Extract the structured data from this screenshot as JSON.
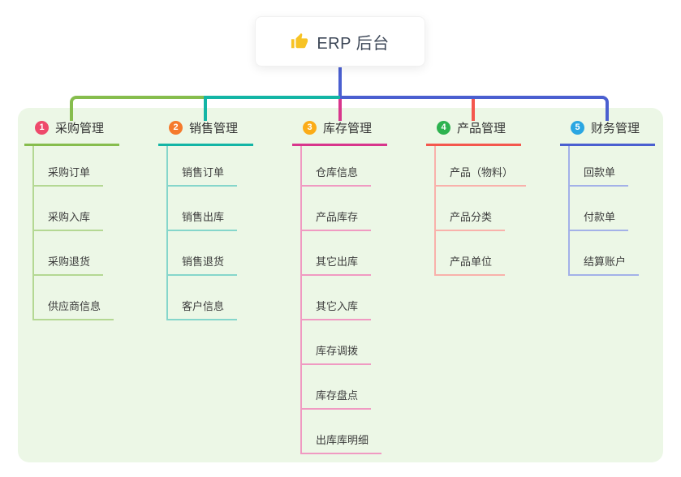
{
  "root": {
    "label": "ERP 后台",
    "icon": "thumbs-up-icon",
    "icon_color": "#f7c325",
    "stem_color": "#4a5fd0"
  },
  "panel": {
    "bg": "#ecf7e6"
  },
  "branches": [
    {
      "num": "1",
      "label": "采购管理",
      "badge_color": "#ee4a6b",
      "line_color": "#86bd4d",
      "child_line_color": "#b4d893",
      "children": [
        "采购订单",
        "采购入库",
        "采购退货",
        "供应商信息"
      ]
    },
    {
      "num": "2",
      "label": "销售管理",
      "badge_color": "#f57a2c",
      "line_color": "#13b5a5",
      "child_line_color": "#85d6cb",
      "children": [
        "销售订单",
        "销售出库",
        "销售退货",
        "客户信息"
      ]
    },
    {
      "num": "3",
      "label": "库存管理",
      "badge_color": "#fbac18",
      "line_color": "#d8368c",
      "child_line_color": "#f09ac2",
      "children": [
        "仓库信息",
        "产品库存",
        "其它出库",
        "其它入库",
        "库存调拨",
        "库存盘点",
        "出库库明细"
      ]
    },
    {
      "num": "4",
      "label": "产品管理",
      "badge_color": "#2db24f",
      "line_color": "#f4574d",
      "child_line_color": "#f9b1ab",
      "children": [
        "产品（物料）",
        "产品分类",
        "产品单位"
      ]
    },
    {
      "num": "5",
      "label": "财务管理",
      "badge_color": "#2aa6e2",
      "line_color": "#4a5fd0",
      "child_line_color": "#a3b1e8",
      "children": [
        "回款单",
        "付款单",
        "结算账户"
      ]
    }
  ]
}
